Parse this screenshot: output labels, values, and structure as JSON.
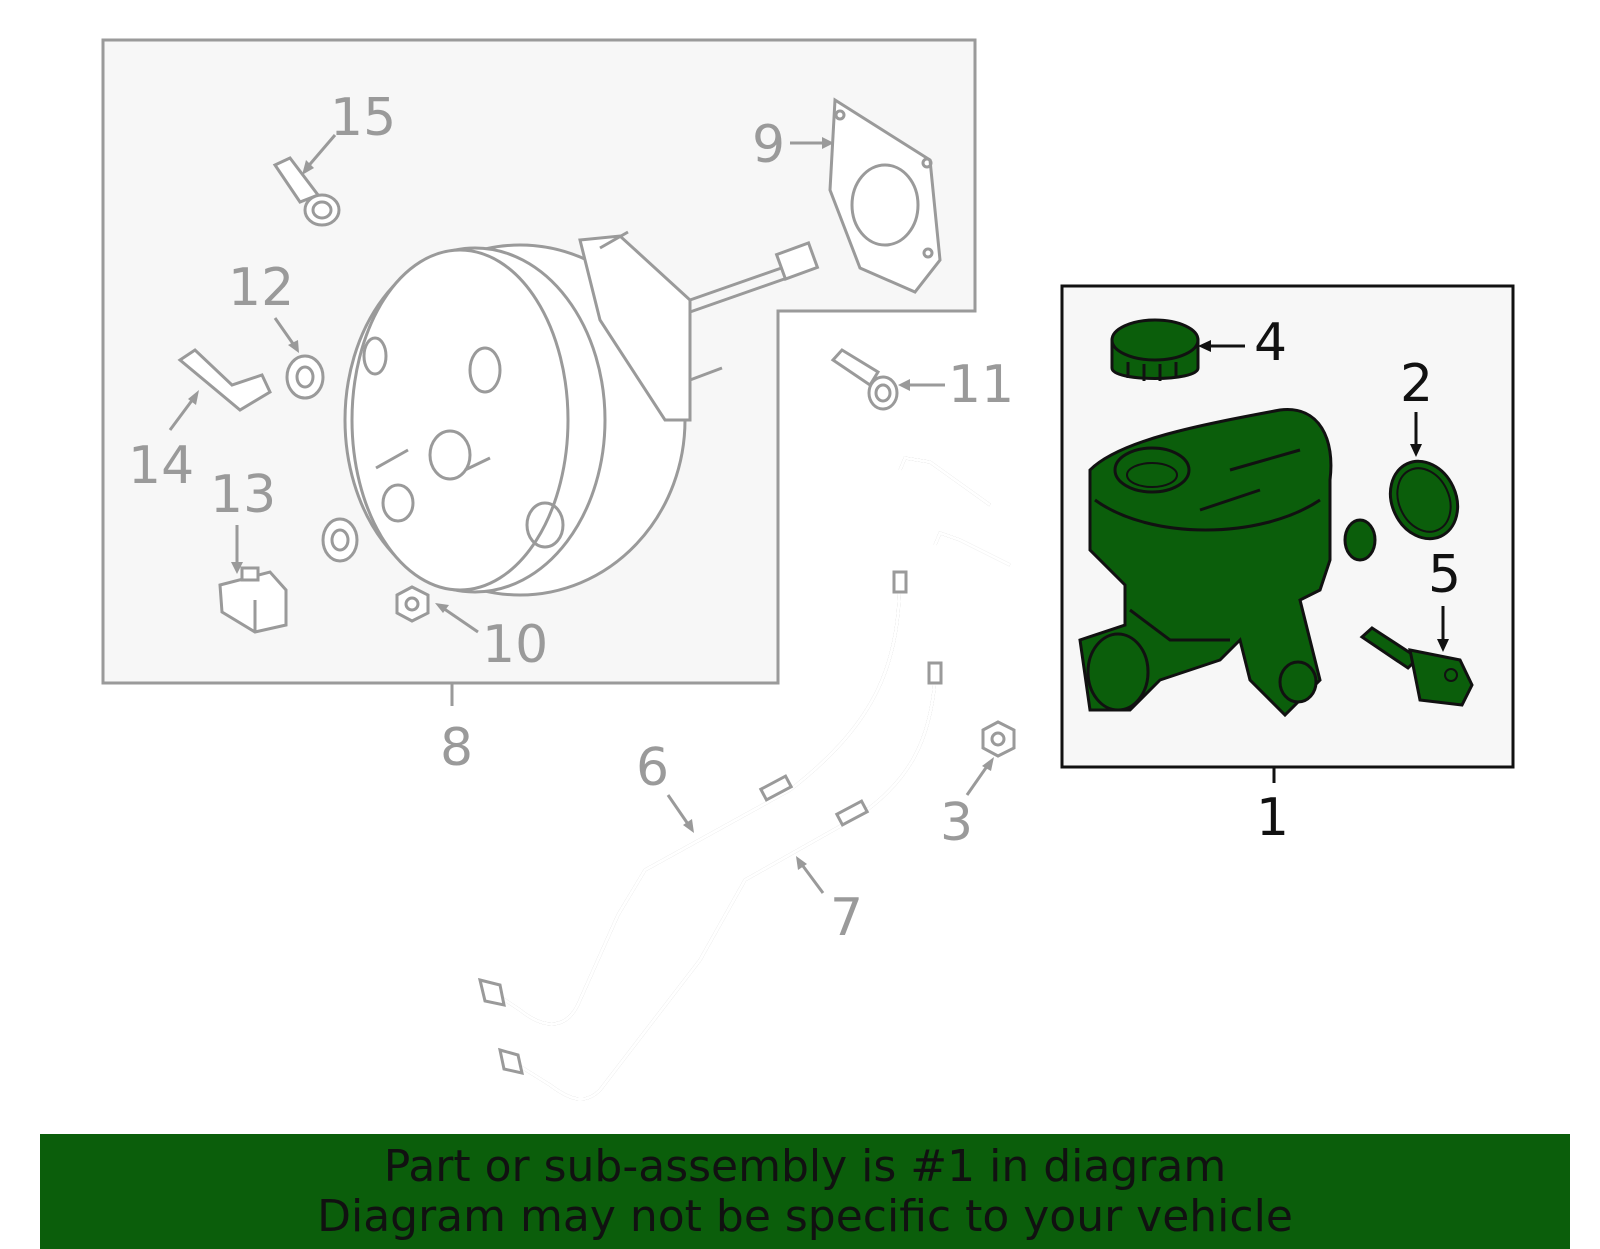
{
  "callouts": {
    "c1": "1",
    "c2": "2",
    "c3": "3",
    "c4": "4",
    "c5": "5",
    "c6": "6",
    "c7": "7",
    "c8": "8",
    "c9": "9",
    "c10": "10",
    "c11": "11",
    "c12": "12",
    "c13": "13",
    "c14": "14",
    "c15": "15"
  },
  "banner": {
    "line1": "Part or sub-assembly is #1 in diagram",
    "line2": "Diagram may not be specific to your vehicle"
  },
  "colors": {
    "highlight": "#0b5e0b",
    "secondary_parts": "#9a9a9a",
    "box_fill": "#f7f7f7"
  }
}
